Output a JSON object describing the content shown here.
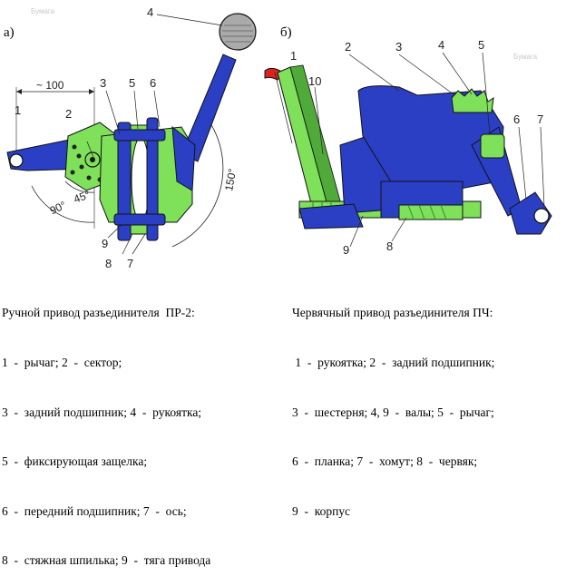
{
  "panels": {
    "a": {
      "label": "а)"
    },
    "b": {
      "label": "б)"
    }
  },
  "watermarks": [
    "Бумага",
    "Бумага"
  ],
  "left_diagram": {
    "callouts": [
      "1",
      "2",
      "3",
      "5",
      "6",
      "4",
      "9",
      "8",
      "7"
    ],
    "dimensions": {
      "length": "~ 100",
      "angle_90": "90°",
      "angle_45": "45°",
      "angle_150": "150°"
    }
  },
  "right_diagram": {
    "callouts": [
      "1",
      "10",
      "2",
      "3",
      "4",
      "5",
      "6",
      "7",
      "9",
      "8"
    ]
  },
  "captions": {
    "left": {
      "title": "Ручной привод разъединителя  ПР-2:",
      "lines": [
        "1  -  рычаг; 2  -  сектор;",
        "3  -  задний подшипник; 4  -  рукоятка;",
        "5  -  фиксирующая защелка;",
        "6  -  передний подшипник; 7  -  ось;",
        "8  -  стяжная шпилька; 9  -  тяга привода"
      ]
    },
    "right": {
      "title": "Червячный привод разъединителя ПЧ:",
      "lines": [
        " 1  -  рукоятка; 2  -  задний подшипник;",
        "3  -  шестерня; 4, 9  -  валы; 5  -  рычаг;",
        "6  -  планка; 7  -  хомут; 8  -  червяк;",
        "9  -  корпус"
      ]
    }
  },
  "colors": {
    "blue": "#2b3fc4",
    "green": "#7fe05a",
    "red": "#d22",
    "knob": "#aaaaaa"
  }
}
